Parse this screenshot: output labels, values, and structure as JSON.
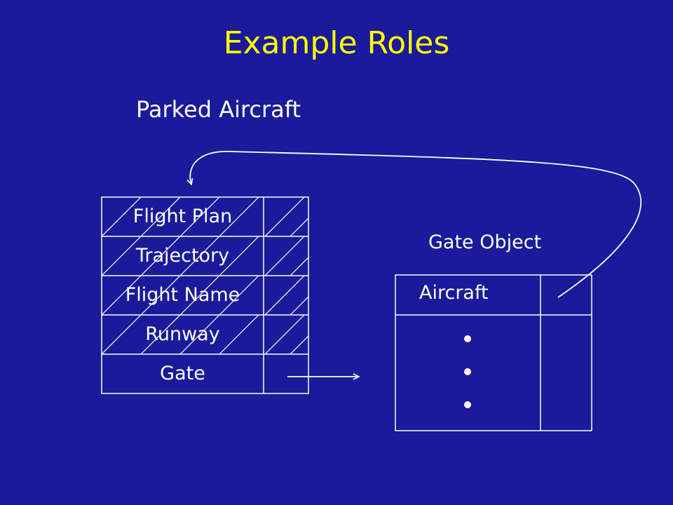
{
  "slide": {
    "title": "Example Roles"
  },
  "parked_aircraft": {
    "heading": "Parked Aircraft",
    "fields": [
      "Flight Plan",
      "Trajectory",
      "Flight Name",
      "Runway",
      "Gate"
    ],
    "filled_slots": [
      true,
      true,
      true,
      true,
      false
    ]
  },
  "gate_object": {
    "heading": "Gate Object",
    "fields": [
      "Aircraft"
    ],
    "continuation": "•\n•\n•"
  },
  "colors": {
    "background": "#1a1a9a",
    "title": "#ffff00",
    "text": "#ffffff",
    "lines": "#ffffff"
  }
}
